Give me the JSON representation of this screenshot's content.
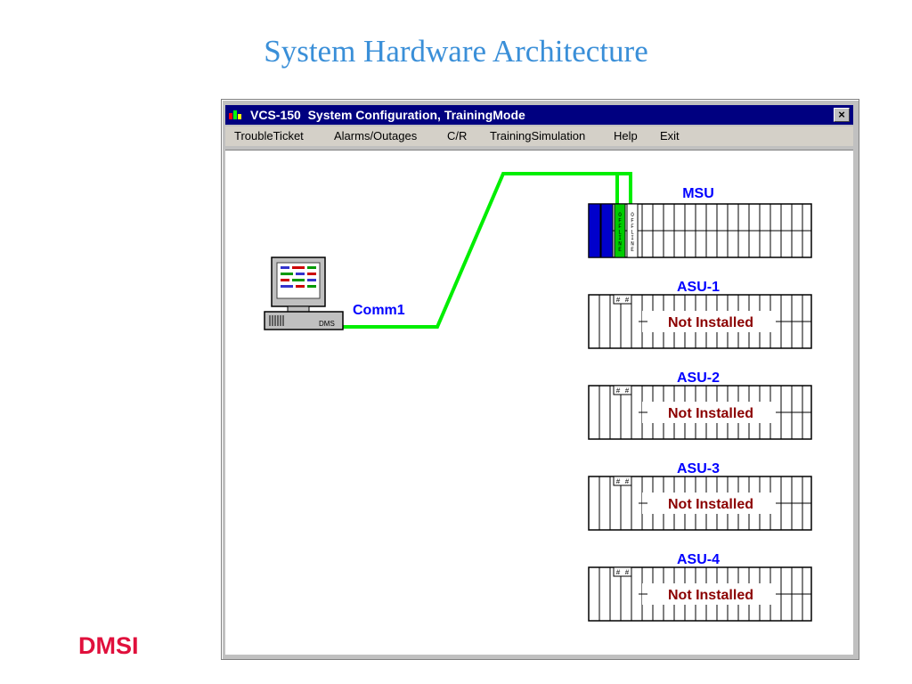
{
  "slide": {
    "title": "System Hardware Architecture",
    "brand": "DMSI"
  },
  "window": {
    "title": "VCS-150  System Configuration, TrainingMode",
    "close_label": "×",
    "menu": [
      "TroubleTicket",
      "Alarms/Outages",
      "C/R",
      "TrainingSimulation",
      "Help",
      "Exit"
    ]
  },
  "workstation": {
    "case_label": "DMS",
    "port_label": "Comm1"
  },
  "units": {
    "msu": {
      "label": "MSU",
      "card_label": "OFFLINE"
    },
    "asu": [
      {
        "label": "ASU-1",
        "status": "Not Installed"
      },
      {
        "label": "ASU-2",
        "status": "Not Installed"
      },
      {
        "label": "ASU-3",
        "status": "Not Installed"
      },
      {
        "label": "ASU-4",
        "status": "Not Installed"
      }
    ]
  },
  "colors": {
    "link": "#00ee00",
    "label_blue": "#0000ff",
    "status_red": "#8b0000",
    "card_blue": "#0000cc"
  }
}
